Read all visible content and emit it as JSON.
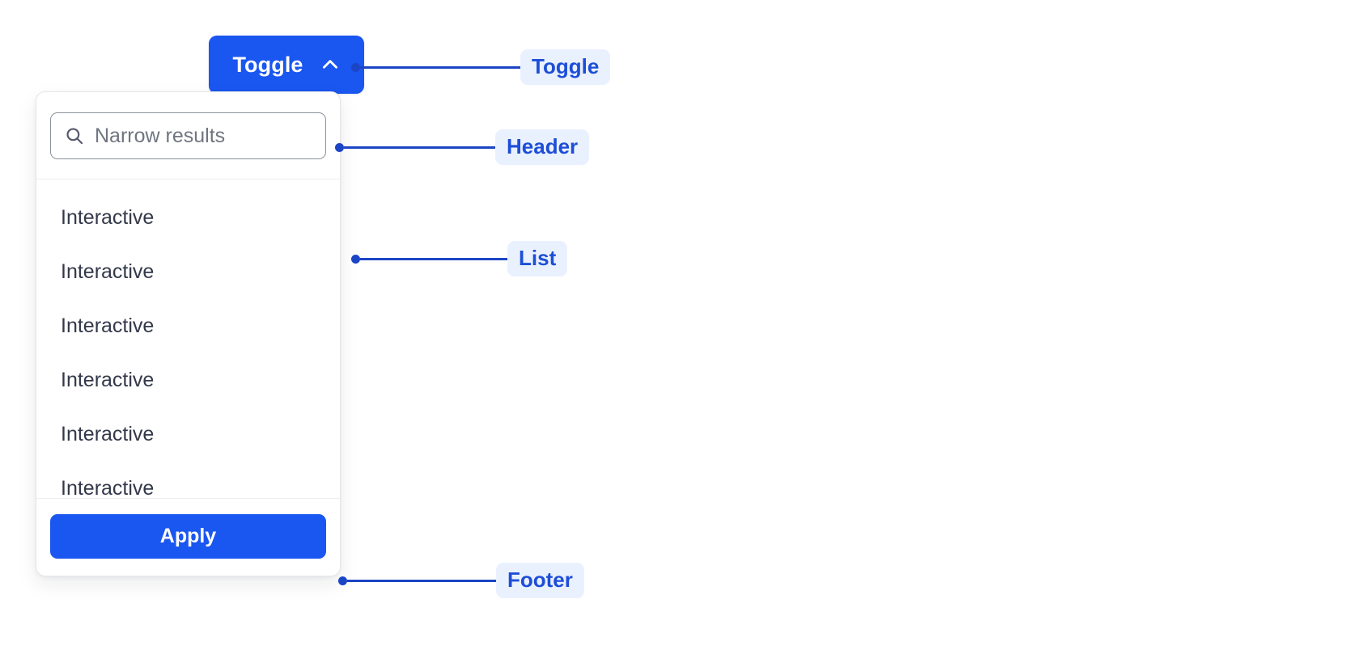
{
  "colors": {
    "brand_blue": "#1a56f0",
    "annotation_blue": "#1b45c4",
    "badge_background": "#eaf1fe",
    "badge_text": "#1d4ed8",
    "panel_border": "#e4e6ea",
    "divider": "#eceef1",
    "input_border": "#8c919c",
    "list_text": "#33394a",
    "placeholder_text": "#70757f",
    "page_background": "#ffffff"
  },
  "toggle": {
    "label": "Toggle",
    "icon": "chevron-up-icon",
    "expanded": "true"
  },
  "panel": {
    "header": {
      "search": {
        "icon": "search-icon",
        "placeholder": "Narrow results",
        "value": ""
      }
    },
    "list": {
      "items": [
        {
          "label": "Interactive"
        },
        {
          "label": "Interactive"
        },
        {
          "label": "Interactive"
        },
        {
          "label": "Interactive"
        },
        {
          "label": "Interactive"
        },
        {
          "label": "Interactive"
        }
      ]
    },
    "footer": {
      "apply_label": "Apply"
    }
  },
  "annotations": [
    {
      "label": "Toggle"
    },
    {
      "label": "Header"
    },
    {
      "label": "List"
    },
    {
      "label": "Footer"
    }
  ]
}
